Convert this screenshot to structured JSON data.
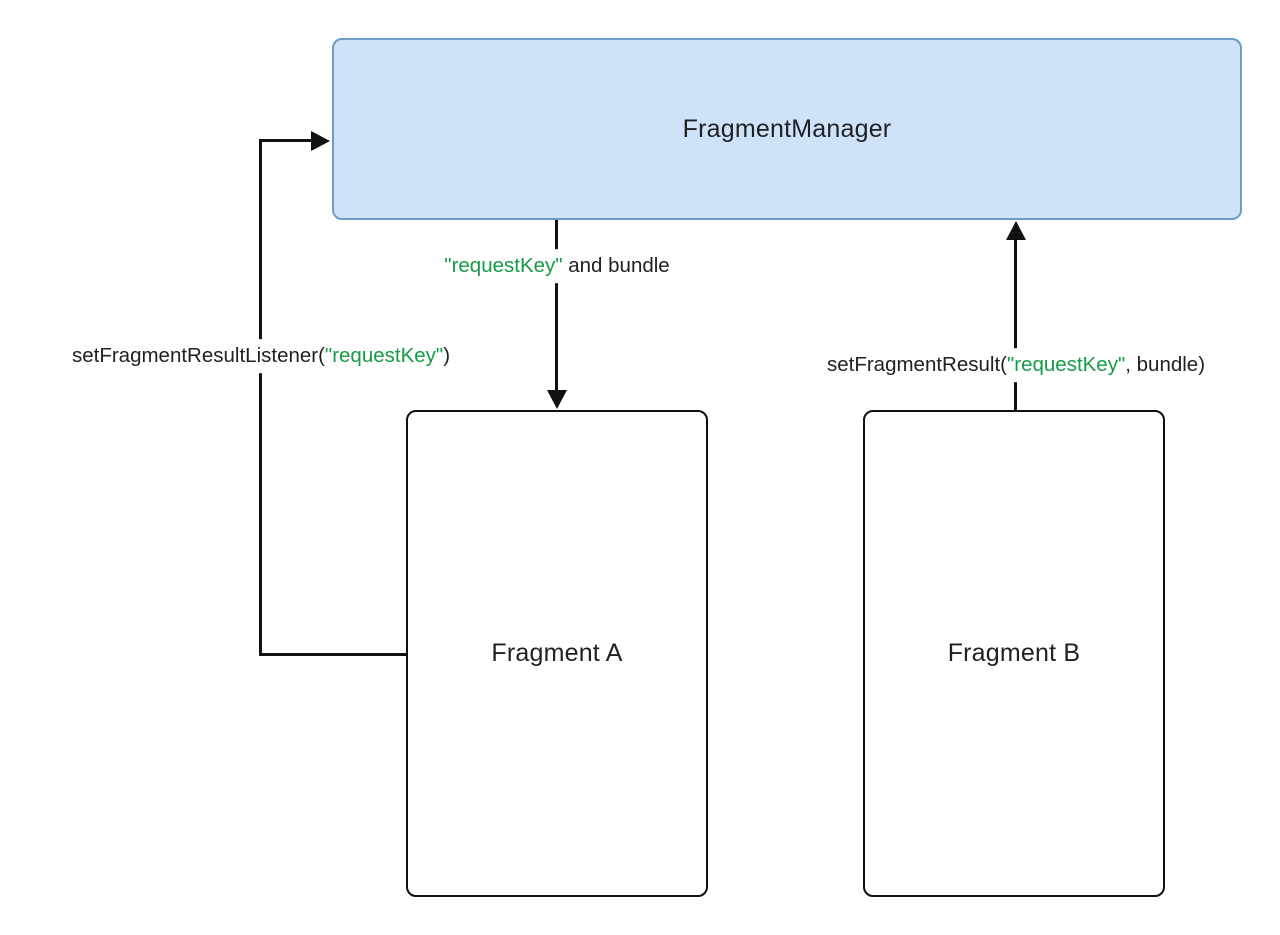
{
  "diagram": {
    "fragment_manager": {
      "label": "FragmentManager"
    },
    "fragment_a": {
      "label": "Fragment A"
    },
    "fragment_b": {
      "label": "Fragment B"
    },
    "edge_request_bundle": {
      "key": "\"requestKey\"",
      "rest": " and bundle"
    },
    "edge_listener": {
      "prefix": "setFragmentResultListener(",
      "key": "\"requestKey\"",
      "suffix": ")"
    },
    "edge_result": {
      "prefix": "setFragmentResult(",
      "key": "\"requestKey\"",
      "suffix": ", bundle)"
    }
  },
  "colors": {
    "accent_green": "#169b46",
    "manager_fill": "#cfe3f8",
    "manager_border": "#6b9dc6",
    "line": "#111111",
    "text": "#202124"
  }
}
